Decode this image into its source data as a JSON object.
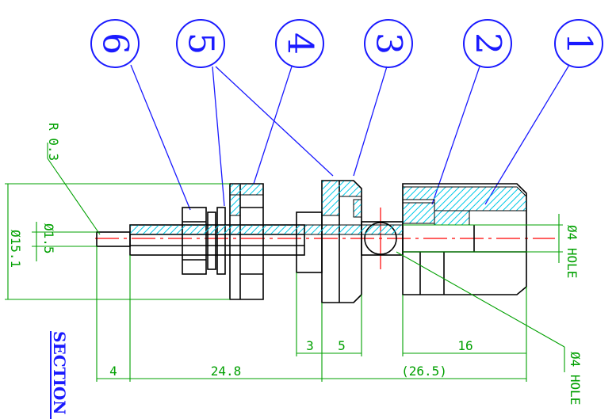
{
  "callouts": [
    "6",
    "5",
    "4",
    "3",
    "2",
    "1"
  ],
  "dimensions": {
    "radius": "R 0.3",
    "outer_dia": "Ø15.1",
    "pin_dia": "Ø1.5",
    "hole_label_right": "Ø4 HOLE",
    "hole_label_bottom": "Ø4 HOLE",
    "dim_3": "3",
    "dim_5": "5",
    "dim_16": "16",
    "dim_4": "4",
    "dim_24_8": "24.8",
    "dim_26_5": "(26.5)"
  },
  "section_label": "SECTION A",
  "colors": {
    "outline": "#000000",
    "dimension": "#00a000",
    "callout": "#1a1aff",
    "hatch": "#00c8e6",
    "centerline": "#ff0000"
  }
}
